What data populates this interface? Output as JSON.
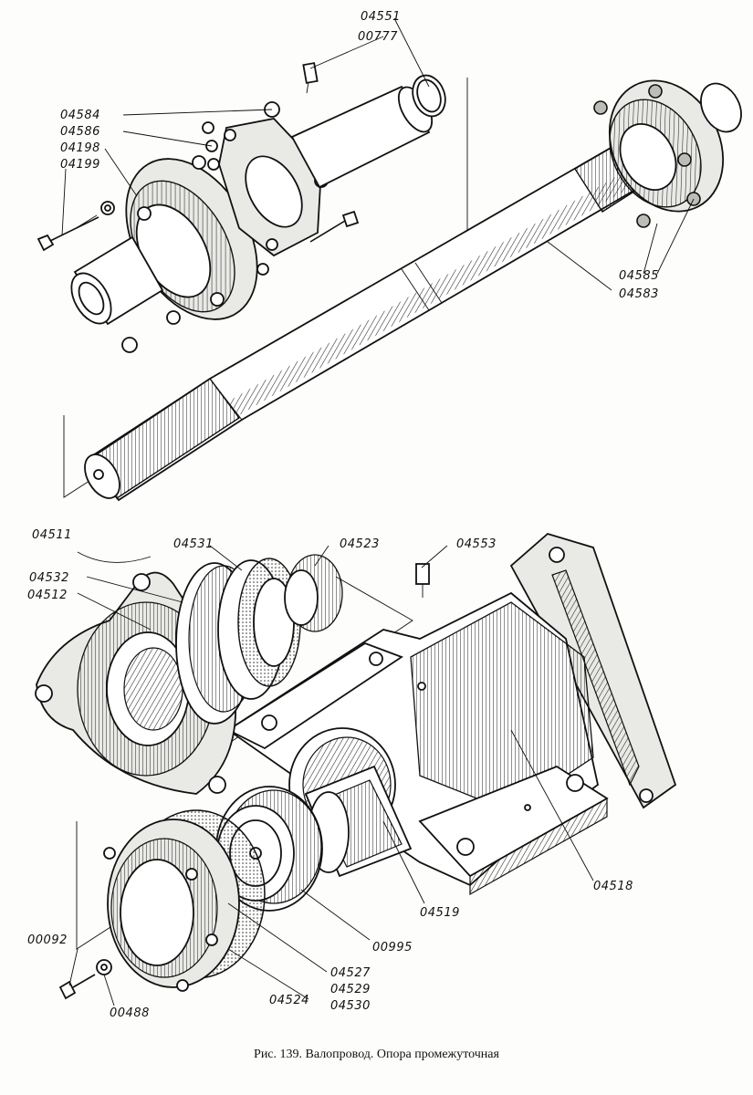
{
  "caption": "Рис. 139. Валопровод. Опора промежуточная",
  "labels": {
    "l04551": "04551",
    "l00777": "00777",
    "l04584": "04584",
    "l04586": "04586",
    "l04198": "04198",
    "l04199": "04199",
    "l04585": "04585",
    "l04583": "04583",
    "l04511": "04511",
    "l04531": "04531",
    "l04523": "04523",
    "l04553": "04553",
    "l04532": "04532",
    "l04512": "04512",
    "l04518": "04518",
    "l04519": "04519",
    "l00995": "00995",
    "l00092": "00092",
    "l04527": "04527",
    "l04529": "04529",
    "l04530": "04530",
    "l04524": "04524",
    "l00488": "00488"
  }
}
